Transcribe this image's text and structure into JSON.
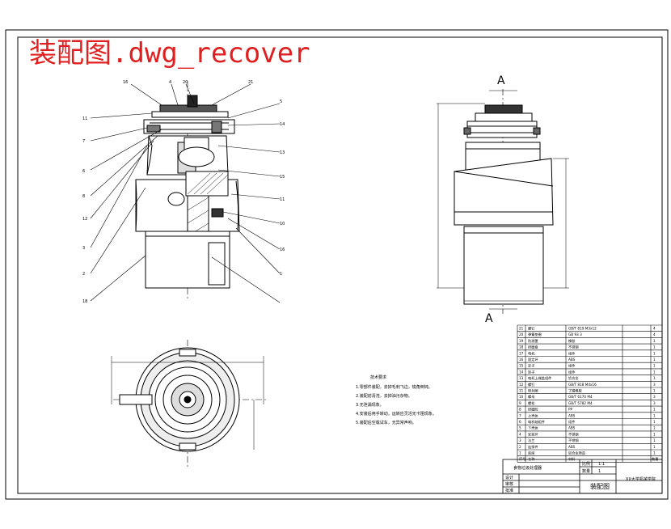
{
  "title": "装配图.dwg_recover",
  "section_marks": [
    "A",
    "A"
  ],
  "balloons": [
    "16",
    "4",
    "20",
    "21",
    "11",
    "5",
    "14",
    "7",
    "13",
    "6",
    "15",
    "8",
    "11",
    "12",
    "10",
    "3",
    "16",
    "2",
    "1",
    "18"
  ],
  "notes": {
    "heading": "技术要求",
    "lines": [
      "1.零部件装配，去掉毛刺飞边，锐角倒钝。",
      "2.装配前清洗，去掉油污杂物。",
      "3.无泄漏现象。",
      "4.安装后用手转动，运转应灵活无卡阻现象。",
      "5.装配后空载试车，无异常声响。"
    ]
  },
  "bom_rows": [
    {
      "no": "21",
      "name": "螺钉",
      "std": "GB/T 819 M3x12",
      "qty": "4"
    },
    {
      "no": "20",
      "name": "弹簧垫圈",
      "std": "GB 93 3",
      "qty": "4"
    },
    {
      "no": "19",
      "name": "防溅罩",
      "std": "橡胶",
      "qty": "1"
    },
    {
      "no": "18",
      "name": "研磨盘",
      "std": "不锈钢",
      "qty": "1"
    },
    {
      "no": "17",
      "name": "电机",
      "std": "组件",
      "qty": "1"
    },
    {
      "no": "16",
      "name": "固定环",
      "std": "ABS",
      "qty": "1"
    },
    {
      "no": "15",
      "name": "定子",
      "std": "组件",
      "qty": "1"
    },
    {
      "no": "14",
      "name": "转子",
      "std": "组件",
      "qty": "1"
    },
    {
      "no": "13",
      "name": "电机上端盖组件",
      "std": "铝合金",
      "qty": "1"
    },
    {
      "no": "12",
      "name": "螺钉",
      "std": "GB/T 818 M4x16",
      "qty": "3"
    },
    {
      "no": "11",
      "name": "密封圈",
      "std": "丁腈橡胶",
      "qty": "1"
    },
    {
      "no": "10",
      "name": "螺母",
      "std": "GB/T 6170 M4",
      "qty": "3"
    },
    {
      "no": "9",
      "name": "螺栓",
      "std": "GB/T 5782 M4",
      "qty": "3"
    },
    {
      "no": "8",
      "name": "研磨腔",
      "std": "PP",
      "qty": "1"
    },
    {
      "no": "7",
      "name": "上壳体",
      "std": "ABS",
      "qty": "1"
    },
    {
      "no": "6",
      "name": "电机轴组件",
      "std": "组件",
      "qty": "1"
    },
    {
      "no": "5",
      "name": "下壳体",
      "std": "ABS",
      "qty": "1"
    },
    {
      "no": "4",
      "name": "安装环",
      "std": "不锈钢",
      "qty": "1"
    },
    {
      "no": "3",
      "name": "法兰",
      "std": "不锈钢",
      "qty": "1"
    },
    {
      "no": "2",
      "name": "连接件",
      "std": "ABS",
      "qty": "1"
    },
    {
      "no": "1",
      "name": "底座",
      "std": "铝合金铸造",
      "qty": "1"
    }
  ],
  "bom_header": {
    "no": "序号",
    "name": "名称",
    "std": "材料",
    "qty": "数量"
  },
  "title_block": {
    "product": "食物垃圾处理器",
    "scale_label": "比例",
    "scale": "1:1",
    "qty_label": "数量",
    "qty": "1",
    "drawing_name": "装配图",
    "design_label": "设计",
    "check_label": "审核",
    "approve_label": "批准",
    "school": "XX大学机械学院"
  }
}
